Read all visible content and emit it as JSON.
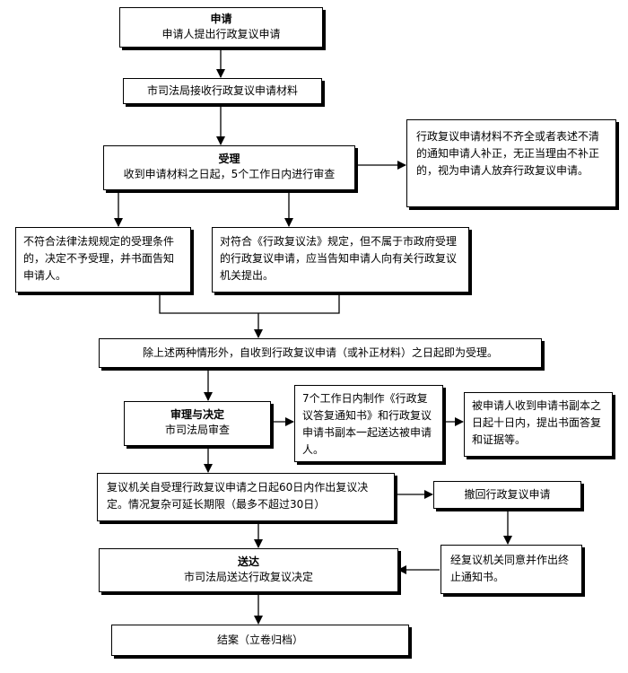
{
  "flow": {
    "apply": {
      "title": "申请",
      "text": "申请人提出行政复议申请"
    },
    "receive": {
      "text": "市司法局接收行政复议申请材料"
    },
    "accept": {
      "title": "受理",
      "text": "收到申请材料之日起，5个工作日内进行审查"
    },
    "incomplete": {
      "text": "行政复议申请材料不齐全或者表述不清的通知申请人补正，无正当理由不补正的，视为申请人放弃行政复议申请。"
    },
    "reject": {
      "text": "不符合法律法规规定的受理条件的，决定不予受理，并书面告知申请人。"
    },
    "redirect": {
      "text": "对符合《行政复议法》规定，但不属于市政府受理的行政复议申请，应当告知申请人向有关行政复议机关提出。"
    },
    "accepted": {
      "text": "除上述两种情形外，自收到行政复议申请（或补正材料）之日起即为受理。"
    },
    "review": {
      "title": "审理与决定",
      "text": "市司法局审查"
    },
    "notice": {
      "text": "7个工作日内制作《行政复议答复通知书》和行政复议申请书副本一起送达被申请人。"
    },
    "respondent": {
      "text": "被申请人收到申请书副本之日起十日内，提出书面答复和证据等。"
    },
    "decision": {
      "text": "复议机关自受理行政复议申请之日起60日内作出复议决定。情况复杂可延长期限（最多不超过30日）"
    },
    "withdraw": {
      "text": "撤回行政复议申请"
    },
    "terminate": {
      "text": "经复议机关同意并作出终止通知书。"
    },
    "deliver": {
      "title": "送达",
      "text": "市司法局送达行政复议决定"
    },
    "close": {
      "text": "结案（立卷归档）"
    }
  }
}
